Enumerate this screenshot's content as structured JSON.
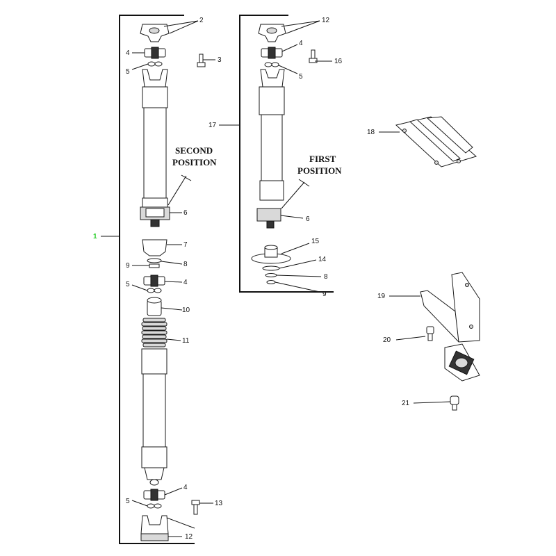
{
  "callouts": [
    {
      "id": "c2a",
      "text": "2"
    },
    {
      "id": "c3",
      "text": "3"
    },
    {
      "id": "c4a",
      "text": "4"
    },
    {
      "id": "c5a",
      "text": "5"
    },
    {
      "id": "c6a",
      "text": "6"
    },
    {
      "id": "c7",
      "text": "7"
    },
    {
      "id": "c8a",
      "text": "8"
    },
    {
      "id": "c9a",
      "text": "9"
    },
    {
      "id": "c5b",
      "text": "5"
    },
    {
      "id": "c4b",
      "text": "4"
    },
    {
      "id": "c10",
      "text": "10"
    },
    {
      "id": "c11",
      "text": "11"
    },
    {
      "id": "c4c",
      "text": "4"
    },
    {
      "id": "c5c",
      "text": "5"
    },
    {
      "id": "c13",
      "text": "13"
    },
    {
      "id": "c12a",
      "text": "12"
    },
    {
      "id": "c1",
      "text": "1"
    },
    {
      "id": "c12b",
      "text": "12"
    },
    {
      "id": "c4d",
      "text": "4"
    },
    {
      "id": "c16",
      "text": "16"
    },
    {
      "id": "c5d",
      "text": "5"
    },
    {
      "id": "c17",
      "text": "17"
    },
    {
      "id": "c6b",
      "text": "6"
    },
    {
      "id": "c15",
      "text": "15"
    },
    {
      "id": "c14",
      "text": "14"
    },
    {
      "id": "c8b",
      "text": "8"
    },
    {
      "id": "c9b",
      "text": "9"
    },
    {
      "id": "c18",
      "text": "18"
    },
    {
      "id": "c19",
      "text": "19"
    },
    {
      "id": "c20",
      "text": "20"
    },
    {
      "id": "c21",
      "text": "21"
    }
  ],
  "positions": {
    "second_line1": "SECOND",
    "second_line2": "POSITION",
    "first_line1": "FIRST",
    "first_line2": "POSITION"
  },
  "colors": {
    "highlight_callout": "#22cc22",
    "ink": "#111111"
  }
}
